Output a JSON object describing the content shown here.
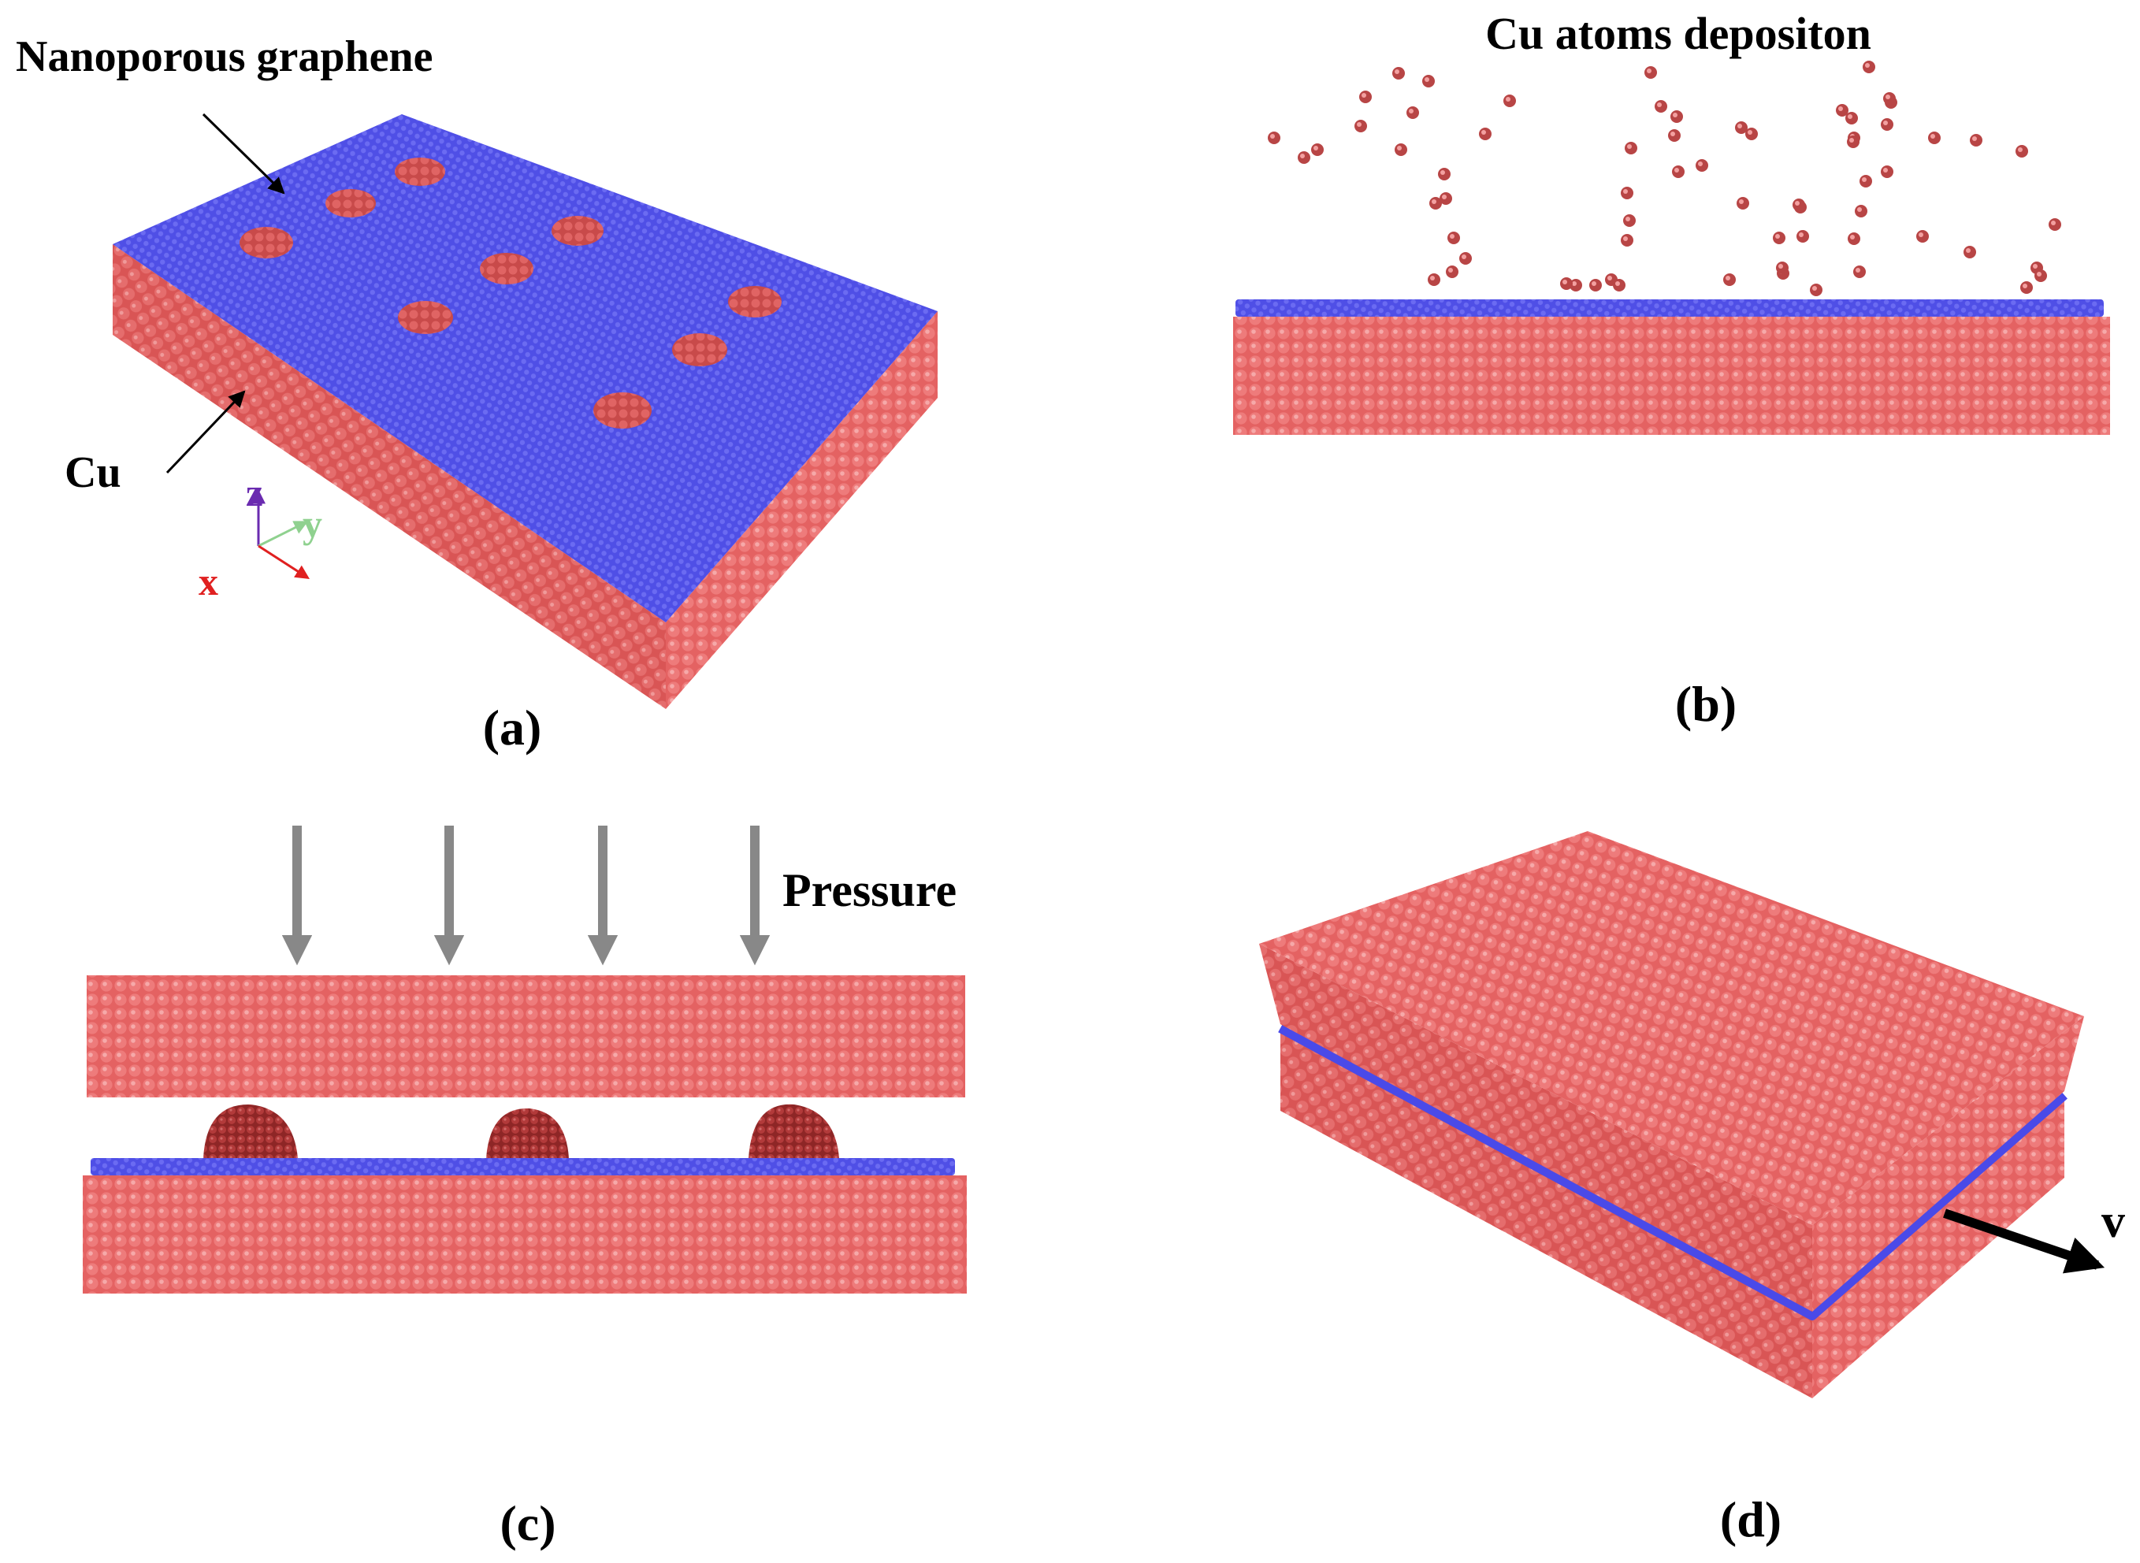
{
  "panels": {
    "a": {
      "caption": "(a)",
      "label_graphene": "Nanoporous graphene",
      "label_cu": "Cu",
      "axes": {
        "z": "z",
        "y": "y",
        "x": "x"
      }
    },
    "b": {
      "caption": "(b)",
      "label_deposition": "Cu atoms depositon"
    },
    "c": {
      "caption": "(c)",
      "label_pressure": "Pressure"
    },
    "d": {
      "caption": "(d)",
      "label_velocity": "v"
    }
  },
  "colors": {
    "copper": "#e86a6a",
    "copper_dark": "#b84545",
    "copper_side": "#d85a5a",
    "graphene": "#5555ee",
    "graphene_dark": "#3a3ac8",
    "cluster": "#a43030",
    "pressure_arrow": "#888888",
    "axis_z": "#6a2bb0",
    "axis_y": "#8fd18f",
    "axis_x": "#e02020"
  }
}
